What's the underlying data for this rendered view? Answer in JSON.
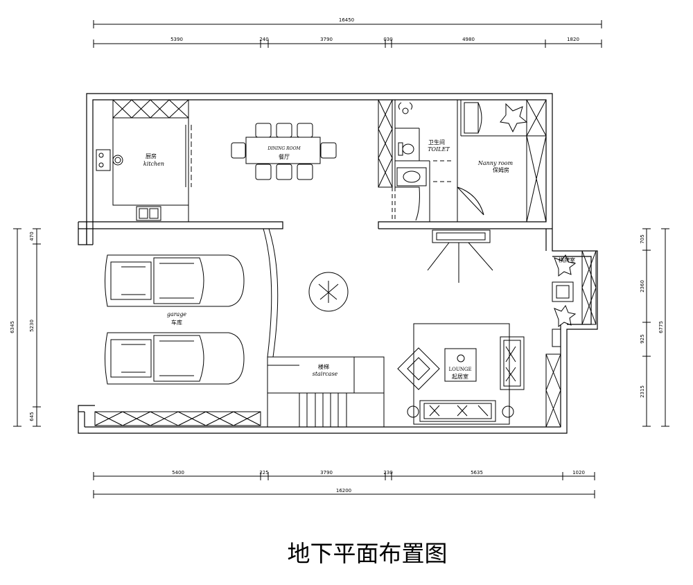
{
  "title": "地下平面布置图",
  "dimensions": {
    "top_total": "16450",
    "top_segments": [
      "5390",
      "240",
      "3790",
      "030",
      "4980",
      "1820"
    ],
    "bottom_segments": [
      "5400",
      "225",
      "3790",
      "230",
      "5635",
      "1020"
    ],
    "bottom_total": "16200",
    "left_total": "6345",
    "left_segments": [
      "470",
      "5230",
      "645"
    ],
    "right_total": "6775",
    "right_segments": [
      "705",
      "2360",
      "925",
      "2315"
    ]
  },
  "rooms": {
    "kitchen_cn": "厨房",
    "kitchen_en": "kitchen",
    "dining_en": "DINING ROOM",
    "dining_cn": "餐厅",
    "toilet_cn": "卫生间",
    "toilet_en": "TOILET",
    "nanny_en": "Nanny room",
    "nanny_cn": "保姆房",
    "garage_en": "garage",
    "garage_cn": "车库",
    "staircase_cn": "楼梯",
    "staircase_en": "staircase",
    "lounge_en": "LOUNGE",
    "lounge_cn": "起居室",
    "study_cn": "棋牌室"
  }
}
